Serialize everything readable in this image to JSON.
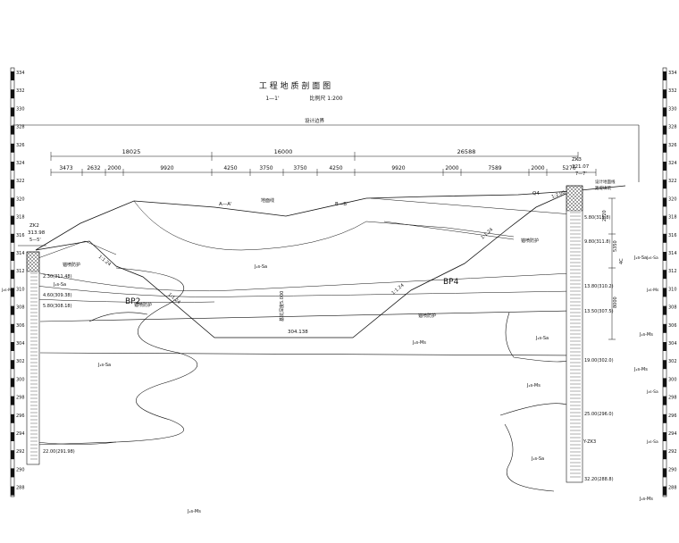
{
  "title": "工 程 地 质 剖 面 图",
  "section_label": "1—1'",
  "scale": "比例尺 1:200",
  "design_boundary": "设计边界",
  "left_ruler_labels": [
    "334",
    "332",
    "330",
    "328",
    "326",
    "324",
    "322",
    "320",
    "318",
    "316",
    "314",
    "312",
    "310",
    "308",
    "306",
    "304",
    "302",
    "300",
    "298",
    "296",
    "294",
    "292",
    "290",
    "288"
  ],
  "right_ruler_labels": [
    "334",
    "332",
    "330",
    "328",
    "326",
    "324",
    "322",
    "320",
    "318",
    "316",
    "314",
    "312",
    "310",
    "308",
    "306",
    "304",
    "302",
    "300",
    "298",
    "296",
    "294",
    "292",
    "290",
    "288"
  ],
  "dims_top": [
    "18025",
    "16000",
    "26588"
  ],
  "dims_bottom": [
    "3473",
    "2632",
    "2000",
    "9920",
    "4250",
    "3750",
    "3750",
    "4250",
    "9920",
    "2000",
    "7589",
    "2000",
    "5276"
  ],
  "left_borehole": {
    "id": "ZK2",
    "elevation": "313.98",
    "section": "5—5'",
    "layers": [
      "2.30(311.48)",
      "4.60(309.38)",
      "5.80(308.18)",
      "22.00(291.98)"
    ]
  },
  "right_borehole": {
    "id": "ZK3",
    "elevation": "321.07",
    "section": "7—7'",
    "layers": [
      "5.80(315.8)",
      "9.80(311.8)",
      "13.80(310.2)",
      "13.50(307.5)",
      "19.00(302.0)",
      "25.00(296.0)",
      "32.20(288.8)"
    ],
    "dims": [
      "2820",
      "5350",
      "4C",
      "8000"
    ],
    "marker": "Y-ZK3"
  },
  "labels": {
    "a_a": "A—A'",
    "b_b": "B—B'",
    "ground_line": "地面线",
    "bp2": "BP2",
    "bp4": "BP4",
    "slope_left": "1:1.24",
    "slope_bp2": "1:1.24",
    "slope_bp4": "1:1.24",
    "slope_right": "1:1.24",
    "slope_top": "1:2.00",
    "protect_left": "锚喷防护",
    "protect_bp2": "锚喷防护",
    "protect_bp4": "锚喷防护",
    "protect_right": "锚喷防护",
    "foundation_pit_bottom": "304.138",
    "pit_depth_label": "基坑深度5.000",
    "q4": "Q4",
    "design_line": "设计地面线",
    "fill_note": "路堤填筑",
    "j_sa_1": "J₂s-Sa",
    "j_sa_2": "J₂s-Sa",
    "j_sa_3": "J₂s-Sa",
    "j_sa_4": "J₂s-Sa",
    "j_sa_5": "J₂s-Sa",
    "j_sa_6": "J₂s-Sa",
    "j_ms_1": "J₂s-Ms",
    "j_ms_2": "J₂s-Ms",
    "j_ms_3": "J₂s-Ms",
    "j_ms_4": "J₂s-Ms",
    "j_ms_5": "J₂s-Ms",
    "j_ms_6": "J₂s-Ms",
    "left_edge_ms": "J₂s-Ms",
    "right_edge_sa": "J₂s-Sa",
    "right_edge_ms": "J₂s-Ms",
    "right_edge_sa2": "J₂s-Sa",
    "right_edge_sa3": "J₂s-Sa"
  }
}
